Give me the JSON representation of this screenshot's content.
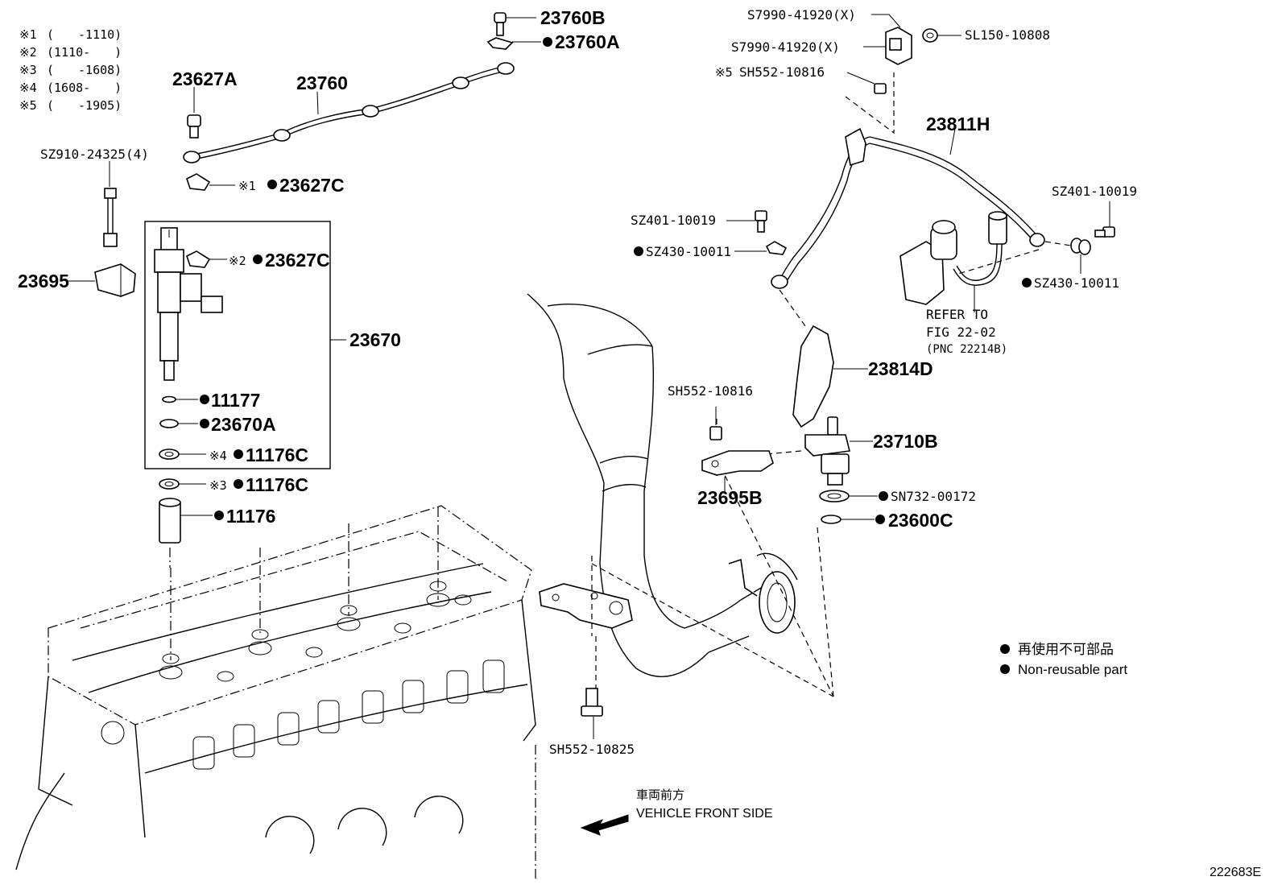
{
  "figure_id": "222683E",
  "applicability_notes": [
    {
      "mark": "※1",
      "range": "(　　-1110)"
    },
    {
      "mark": "※2",
      "range": "(1110-　　)"
    },
    {
      "mark": "※3",
      "range": "(　　-1608)"
    },
    {
      "mark": "※4",
      "range": "(1608-　　)"
    },
    {
      "mark": "※5",
      "range": "(　　-1905)"
    }
  ],
  "callouts": {
    "p23760B": "23760B",
    "p23760A": "23760A",
    "p23627A": "23627A",
    "p23760": "23760",
    "sz910": "SZ910-24325(4)",
    "p23627C_1": "23627C",
    "p23627C_2": "23627C",
    "p23695": "23695",
    "p23670": "23670",
    "p11177": "11177",
    "p23670A": "23670A",
    "p11176C_4": "11176C",
    "p11176C_3": "11176C",
    "p11176": "11176",
    "s7990_top": "S7990-41920(X)",
    "s7990_mid": "S7990-41920(X)",
    "sl150": "SL150-10808",
    "sh552_top": "SH552-10816",
    "p23811H": "23811H",
    "sz401_left": "SZ401-10019",
    "sz430_left": "SZ430-10011",
    "sz401_right": "SZ401-10019",
    "sz430_right": "SZ430-10011",
    "refer_line1": "REFER TO",
    "refer_line2": "FIG 22-02",
    "refer_line3": "(PNC 22214B)",
    "p23814D": "23814D",
    "sh552_mid": "SH552-10816",
    "p23710B": "23710B",
    "p23695B": "23695B",
    "sn732": "SN732-00172",
    "p23600C": "23600C",
    "sh552_bottom": "SH552-10825"
  },
  "marks": {
    "m1": "※1",
    "m2": "※2",
    "m3": "※3",
    "m4": "※4",
    "m5": "※5"
  },
  "legend": {
    "jp": "再使用不可部品",
    "en": "Non-reusable part"
  },
  "direction": {
    "jp": "車両前方",
    "en": "VEHICLE FRONT SIDE"
  }
}
